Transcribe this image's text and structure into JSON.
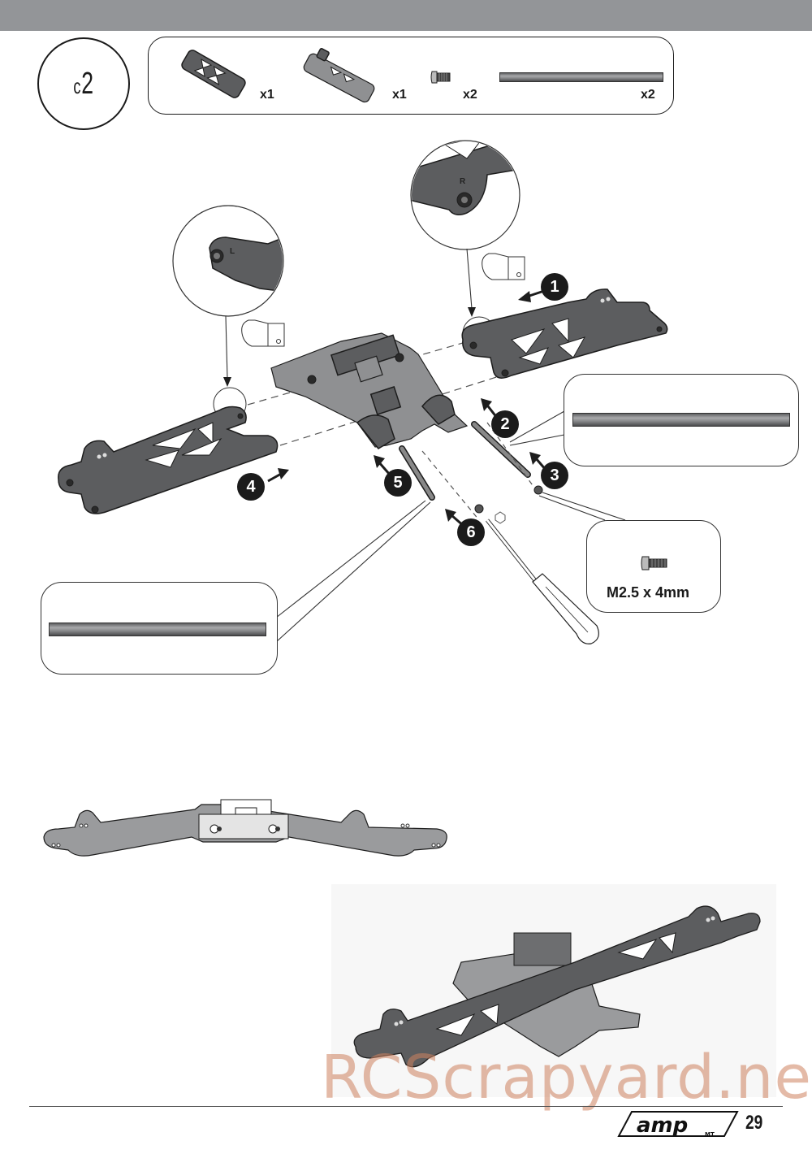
{
  "page": {
    "step_label_prefix": "c",
    "step_label_number": "2",
    "page_number": "29",
    "brand_logo": "amp",
    "brand_logo_sub": "MT",
    "watermark": "RCScrapyard.net"
  },
  "parts_list": [
    {
      "name": "front-suspension-arm-left",
      "icon": "suspension-arm-icon",
      "qty": "x1"
    },
    {
      "name": "front-suspension-arm-right",
      "icon": "suspension-arm-icon",
      "qty": "x1"
    },
    {
      "name": "button-head-screw",
      "icon": "screw-icon",
      "qty": "x2"
    },
    {
      "name": "hinge-pin",
      "icon": "hinge-pin-icon",
      "qty": "x2"
    }
  ],
  "steps": [
    "1",
    "2",
    "3",
    "4",
    "5",
    "6"
  ],
  "callouts": {
    "screw_spec": "M2.5 x 4mm",
    "hinge_pin_right": "hinge-pin",
    "hinge_pin_left": "hinge-pin"
  },
  "zoom_details": {
    "right_arm_marking": "R",
    "left_arm_marking": "L"
  },
  "colors": {
    "header_bar": "#939598",
    "part_gray": "#5c5d5f",
    "badge": "#1b1b1b",
    "watermark": "#cd825f"
  }
}
